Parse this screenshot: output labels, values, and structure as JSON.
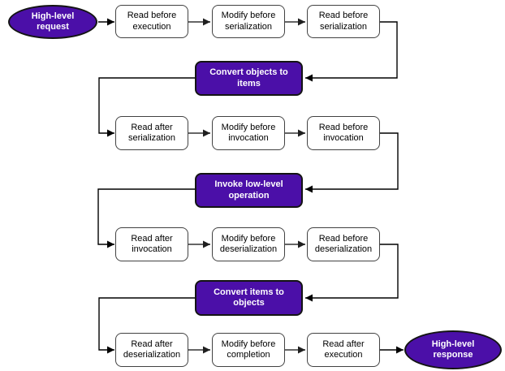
{
  "diagram": {
    "type": "flowchart",
    "description": "High-level operation extension/interceptor pipeline",
    "colors": {
      "node_fill": "#ffffff",
      "node_border": "#424242",
      "node_text": "#000000",
      "accent_fill": "#4B0FA8",
      "accent_border": "#141414",
      "accent_text": "#ffffff",
      "arrow_gray": "#666666",
      "arrow_head": "#1f1f1f",
      "arrow_black": "#000000"
    },
    "nodes": {
      "start": {
        "label": "High-level request",
        "shape": "ellipse"
      },
      "read_before_execution": {
        "label": "Read before execution",
        "shape": "box"
      },
      "modify_before_serialization": {
        "label": "Modify before serialization",
        "shape": "box"
      },
      "read_before_serialization": {
        "label": "Read before serialization",
        "shape": "box"
      },
      "convert_objects_to_items": {
        "label": "Convert objects to items",
        "shape": "accent"
      },
      "read_after_serialization": {
        "label": "Read after serialization",
        "shape": "box"
      },
      "modify_before_invocation": {
        "label": "Modify before invocation",
        "shape": "box"
      },
      "read_before_invocation": {
        "label": "Read before invocation",
        "shape": "box"
      },
      "invoke_low_level_operation": {
        "label": "Invoke low-level operation",
        "shape": "accent"
      },
      "read_after_invocation": {
        "label": "Read after invocation",
        "shape": "box"
      },
      "modify_before_deserialization": {
        "label": "Modify before deserialization",
        "shape": "box"
      },
      "read_before_deserialization": {
        "label": "Read before deserialization",
        "shape": "box"
      },
      "convert_items_to_objects": {
        "label": "Convert items to objects",
        "shape": "accent"
      },
      "read_after_deserialization": {
        "label": "Read after deserialization",
        "shape": "box"
      },
      "modify_before_completion": {
        "label": "Modify before completion",
        "shape": "box"
      },
      "read_after_execution": {
        "label": "Read after execution",
        "shape": "box"
      },
      "end": {
        "label": "High-level response",
        "shape": "ellipse"
      }
    },
    "flow_order": [
      "start",
      "read_before_execution",
      "modify_before_serialization",
      "read_before_serialization",
      "convert_objects_to_items",
      "read_after_serialization",
      "modify_before_invocation",
      "read_before_invocation",
      "invoke_low_level_operation",
      "read_after_invocation",
      "modify_before_deserialization",
      "read_before_deserialization",
      "convert_items_to_objects",
      "read_after_deserialization",
      "modify_before_completion",
      "read_after_execution",
      "end"
    ]
  }
}
